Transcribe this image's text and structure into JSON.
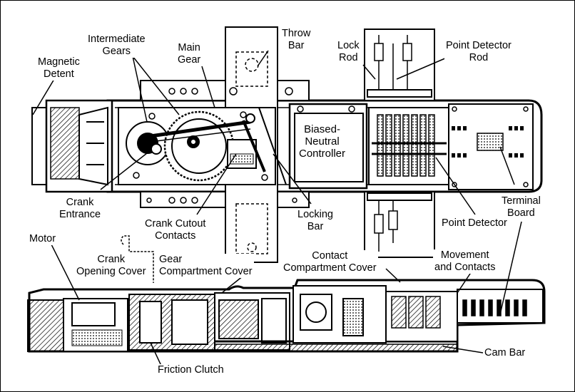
{
  "diagram": {
    "labels": {
      "magnetic_detent": [
        "Magnetic",
        "Detent"
      ],
      "intermediate_gears": [
        "Intermediate",
        "Gears"
      ],
      "main_gear": [
        "Main",
        "Gear"
      ],
      "throw_bar": [
        "Throw",
        "Bar"
      ],
      "lock_rod": [
        "Lock",
        "Rod"
      ],
      "point_detector_rod": [
        "Point Detector",
        "Rod"
      ],
      "biased_neutral_controller": [
        "Biased-",
        "Neutral",
        "Controller"
      ],
      "crank_entrance": [
        "Crank",
        "Entrance"
      ],
      "crank_cutout_contacts": [
        "Crank Cutout",
        "Contacts"
      ],
      "locking_bar": [
        "Locking",
        "Bar"
      ],
      "point_detector": [
        "Point Detector"
      ],
      "terminal_board": [
        "Terminal",
        "Board"
      ],
      "motor": [
        "Motor"
      ],
      "crank_opening_cover": [
        "Crank",
        "Opening Cover"
      ],
      "gear_compartment_cover": [
        "Gear",
        "Compartment Cover"
      ],
      "contact_compartment_cover": [
        "Contact",
        "Compartment Cover"
      ],
      "movement_and_contacts": [
        "Movement",
        "and Contacts"
      ],
      "friction_clutch": [
        "Friction Clutch"
      ],
      "cam_bar": [
        "Cam Bar"
      ]
    }
  }
}
